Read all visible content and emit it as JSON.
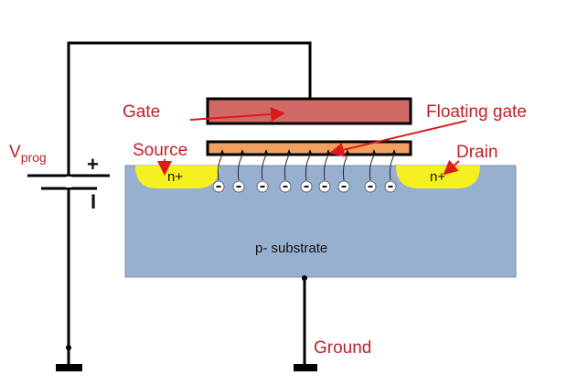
{
  "diagram": {
    "title": "Floating gate transistor programming",
    "labels": {
      "vprog_main": "V",
      "vprog_sub": "prog",
      "plus": "+",
      "minus": "I",
      "gate": "Gate",
      "floating_gate": "Floating gate",
      "source": "Source",
      "drain": "Drain",
      "source_region": "n+",
      "drain_region": "n+",
      "substrate": "p- substrate",
      "ground": "Ground",
      "electron": "-"
    },
    "electron_count": 9,
    "colors": {
      "label": "#c0202a",
      "gate_fill": "#d06a66",
      "floating_gate_fill": "#f0a060",
      "substrate_fill": "#98b0d0",
      "n_plus_fill": "#f5f020",
      "wire": "#000000",
      "arrow": "#dd1a1a"
    }
  }
}
